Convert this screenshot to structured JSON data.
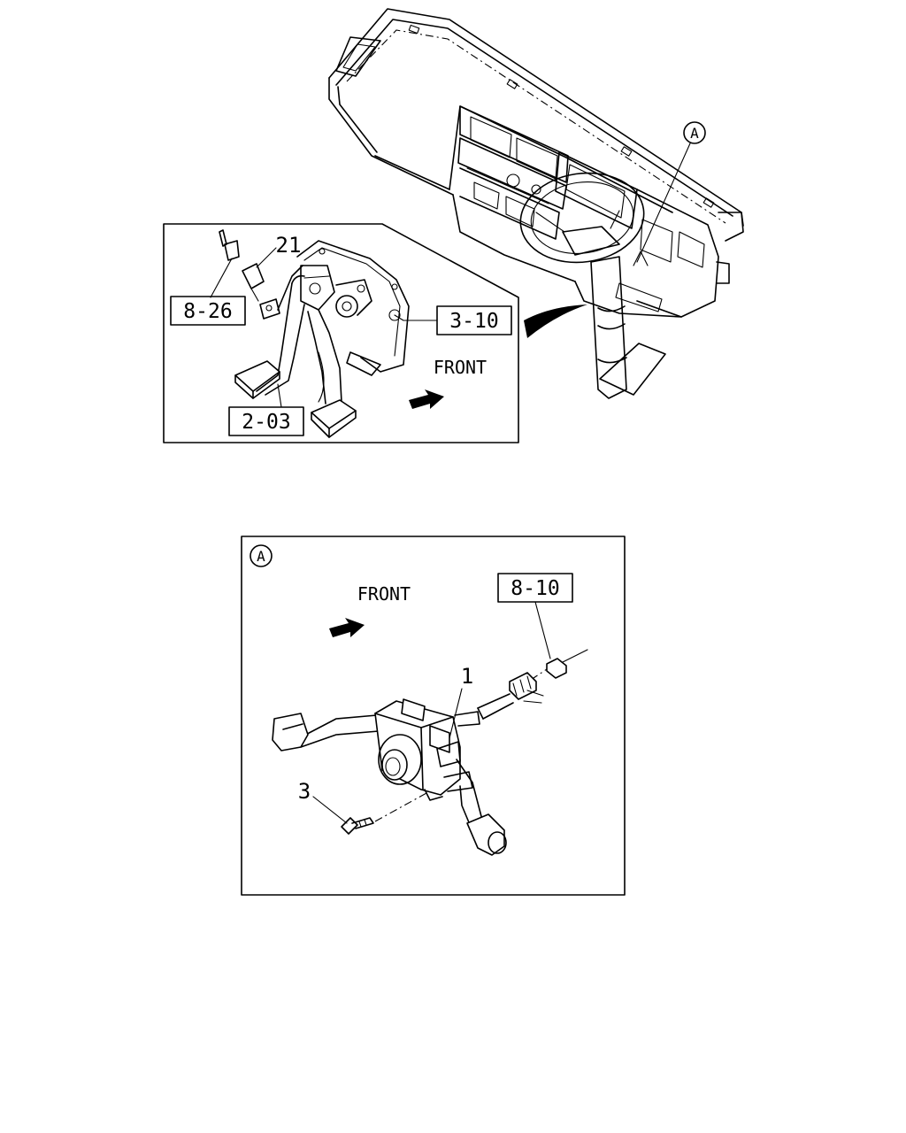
{
  "callouts": {
    "a_top": "A",
    "a_detail": "A",
    "ref_826": "8-26",
    "ref_310": "3-10",
    "ref_203": "2-03",
    "ref_810": "8-10",
    "part_21": "21",
    "part_1": "1",
    "part_3": "3"
  },
  "labels": {
    "front_pedal": "FRONT",
    "front_detail": "FRONT"
  }
}
